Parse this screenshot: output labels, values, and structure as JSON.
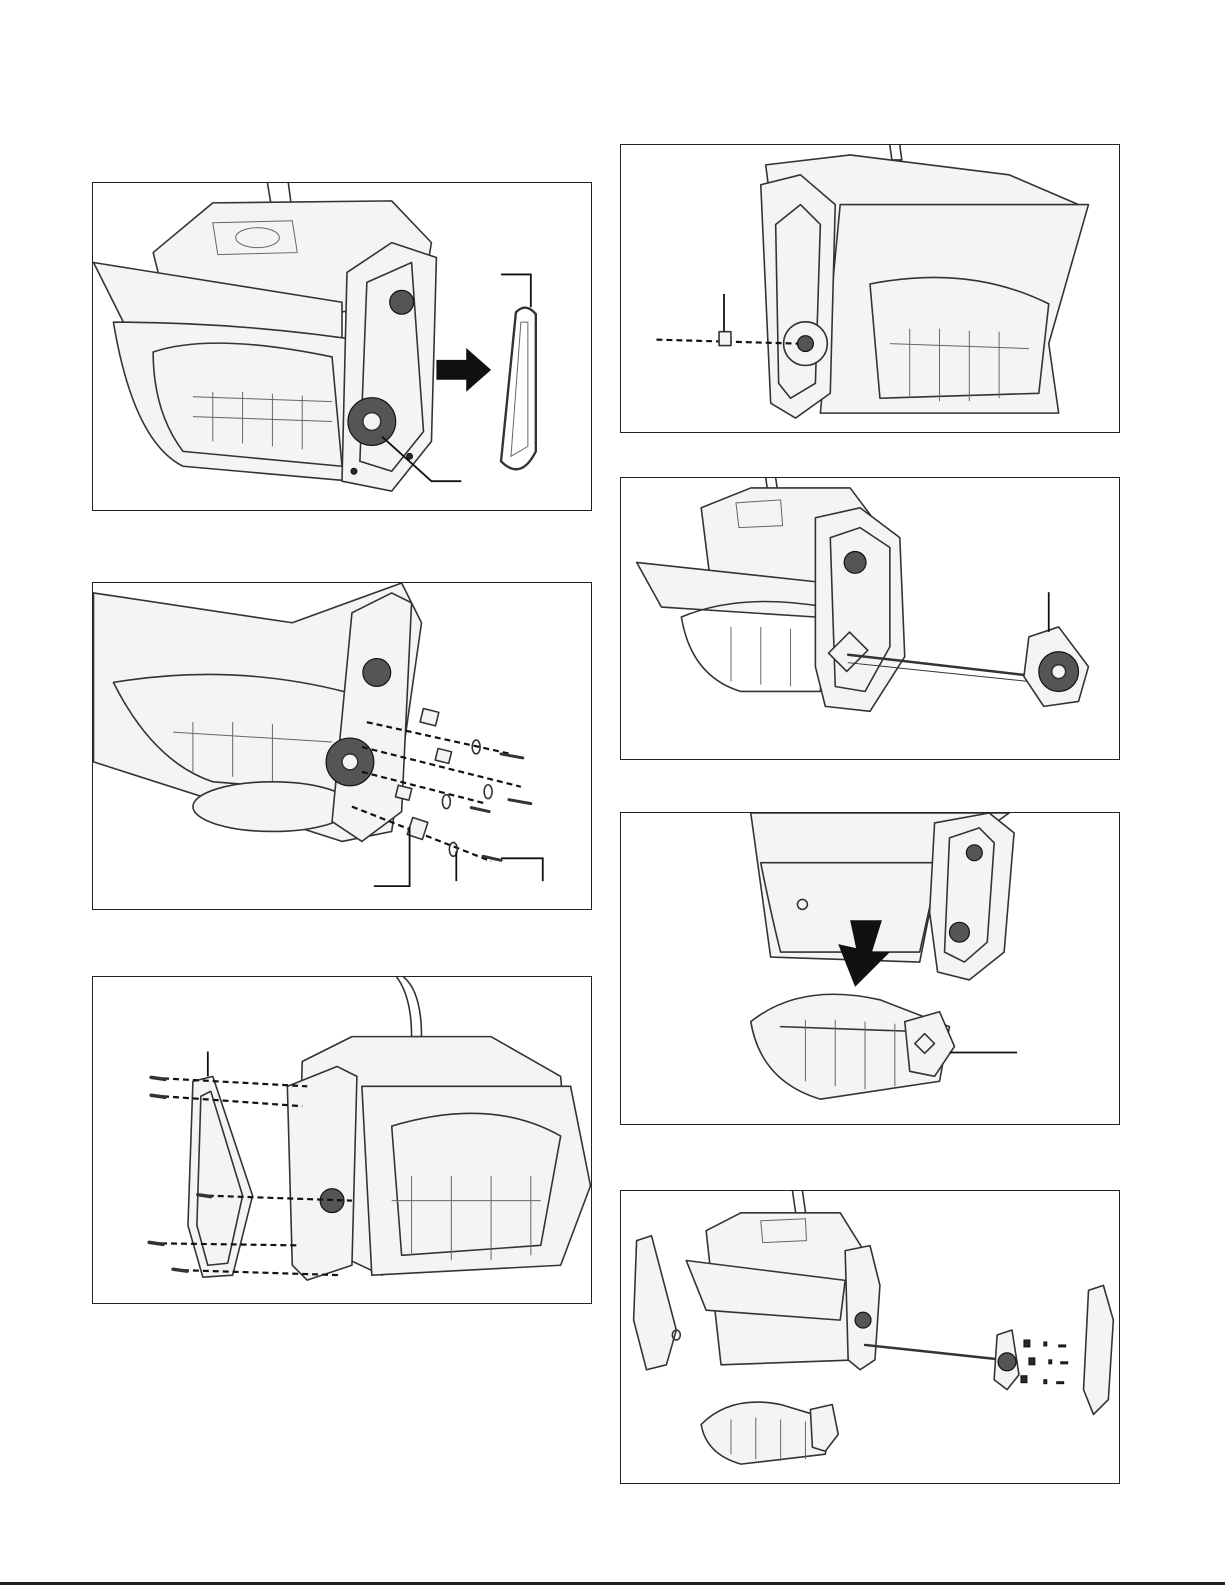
{
  "figures": [
    {
      "id": "belt-removal",
      "callouts": 2
    },
    {
      "id": "gear-hardware-removal",
      "callouts": 3
    },
    {
      "id": "side-cover-removal",
      "callouts": 1
    },
    {
      "id": "nut-removal",
      "callouts": 1
    },
    {
      "id": "shaft-gear-removal",
      "callouts": 1
    },
    {
      "id": "auger-removal",
      "callouts": 1
    },
    {
      "id": "exploded-overview",
      "callouts": 0
    }
  ]
}
